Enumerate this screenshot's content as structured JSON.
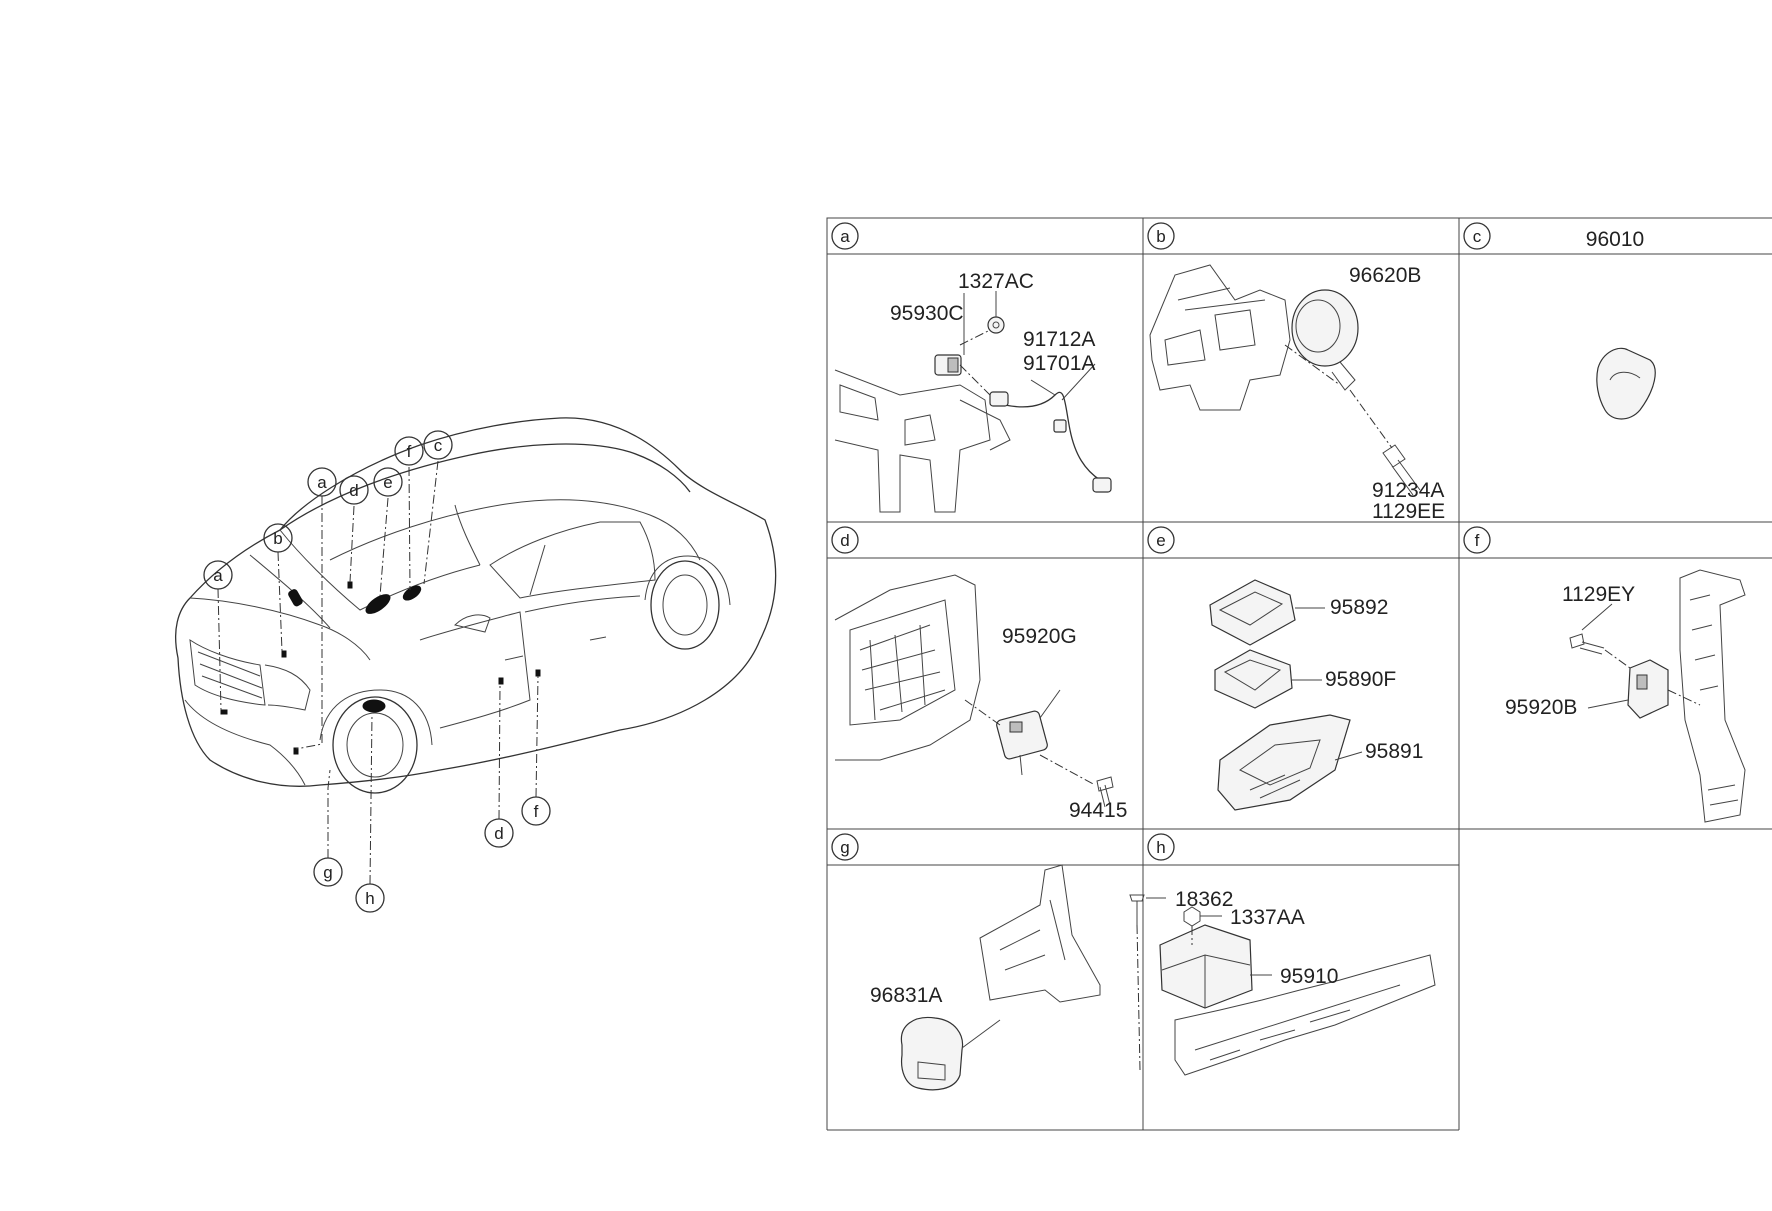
{
  "car_callouts": [
    "a",
    "b",
    "c",
    "d",
    "e",
    "f",
    "g",
    "h",
    "d",
    "f"
  ],
  "panels": [
    {
      "id": "a",
      "title": "",
      "parts": [
        "1327AC",
        "95930C",
        "91712A",
        "91701A"
      ]
    },
    {
      "id": "b",
      "title": "",
      "parts": [
        "96620B",
        "91234A",
        "1129EE"
      ]
    },
    {
      "id": "c",
      "title": "96010",
      "parts": []
    },
    {
      "id": "d",
      "title": "",
      "parts": [
        "95920G",
        "94415"
      ]
    },
    {
      "id": "e",
      "title": "",
      "parts": [
        "95892",
        "95890F",
        "95891"
      ]
    },
    {
      "id": "f",
      "title": "",
      "parts": [
        "1129EY",
        "95920B"
      ]
    },
    {
      "id": "g",
      "title": "",
      "parts": [
        "96831A"
      ]
    },
    {
      "id": "h",
      "title": "",
      "parts": [
        "18362",
        "1337AA",
        "95910"
      ]
    }
  ]
}
